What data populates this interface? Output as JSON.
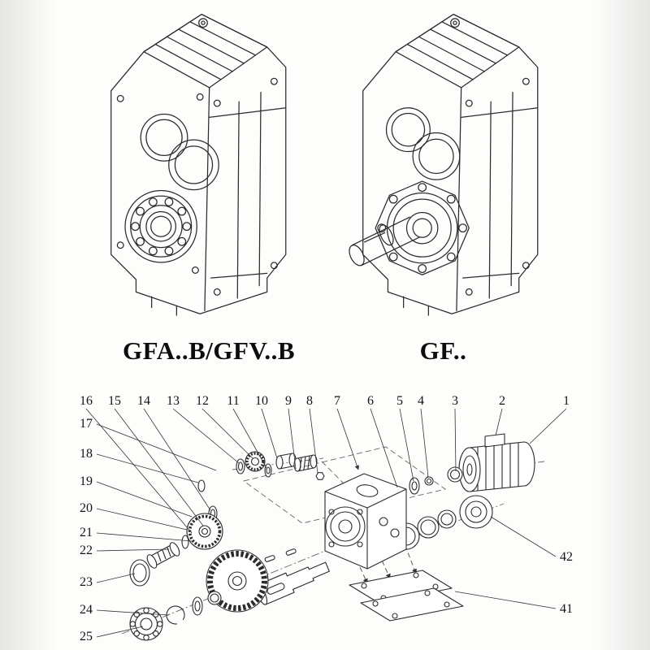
{
  "page": {
    "background": "#fdfdfc",
    "line_color": "#2b2b2b"
  },
  "figures": {
    "left_model_label": "GFA..B/GFV..B",
    "right_model_label": "GF.."
  },
  "exploded_view": {
    "callouts_top": [
      "16",
      "15",
      "14",
      "13",
      "12",
      "11",
      "10",
      "9",
      "8",
      "7",
      "6",
      "5",
      "4",
      "3",
      "2",
      "1"
    ],
    "callouts_left": [
      "17",
      "18",
      "19",
      "20",
      "21",
      "22",
      "23",
      "24",
      "25"
    ],
    "callouts_right": [
      "42",
      "41"
    ]
  }
}
